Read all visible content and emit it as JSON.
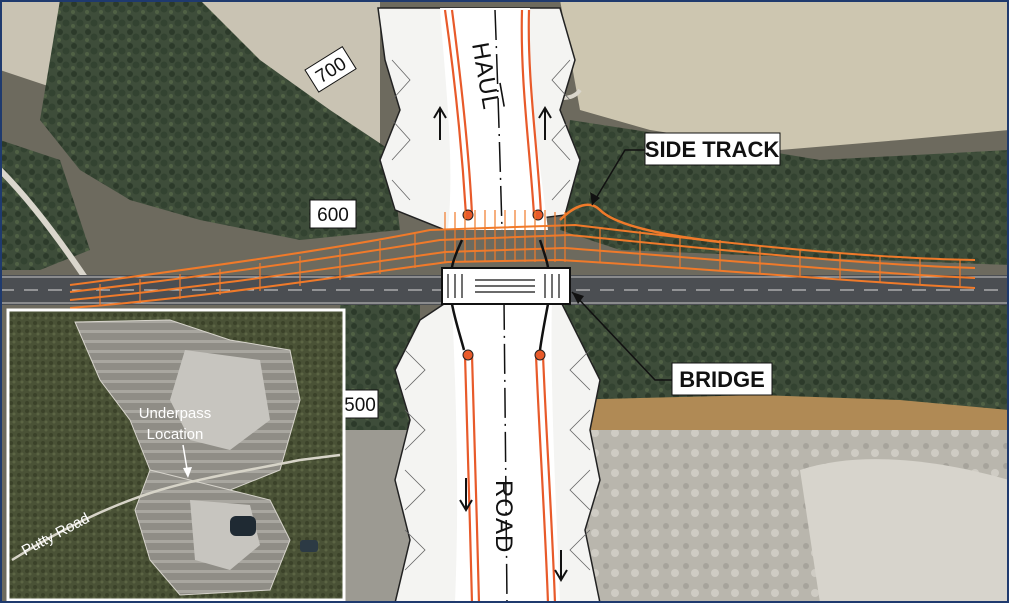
{
  "labels": {
    "haul": "HAUL",
    "road": "ROAD",
    "side_track": "SIDE TRACK",
    "bridge": "BRIDGE"
  },
  "contours": [
    "700",
    "600",
    "500"
  ],
  "inset": {
    "underpass_line1": "Underpass",
    "underpass_line2": "Location",
    "putty_road": "Putty Road"
  },
  "colors": {
    "track_orange": "#f07a2a",
    "frame_blue": "#1f3a6e",
    "terrain_dark": "#3b4a37",
    "terrain_light": "#c9c3b3"
  }
}
